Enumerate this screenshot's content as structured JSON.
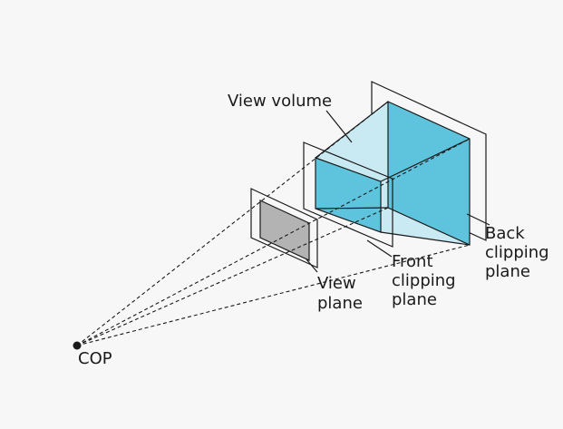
{
  "diagram": {
    "labels": {
      "view_volume": "View volume",
      "view_plane": [
        "View",
        "plane"
      ],
      "front_clipping_plane": [
        "Front",
        "clipping",
        "plane"
      ],
      "back_clipping_plane": [
        "Back",
        "clipping",
        "plane"
      ],
      "cop": "COP"
    },
    "colors": {
      "background": "#f7f7f7",
      "volume_light": "#c9e9f3",
      "volume_dark": "#5ec3dc",
      "view_plane_fill": "#b3b3b3",
      "lines": "#1a1a1a"
    }
  }
}
